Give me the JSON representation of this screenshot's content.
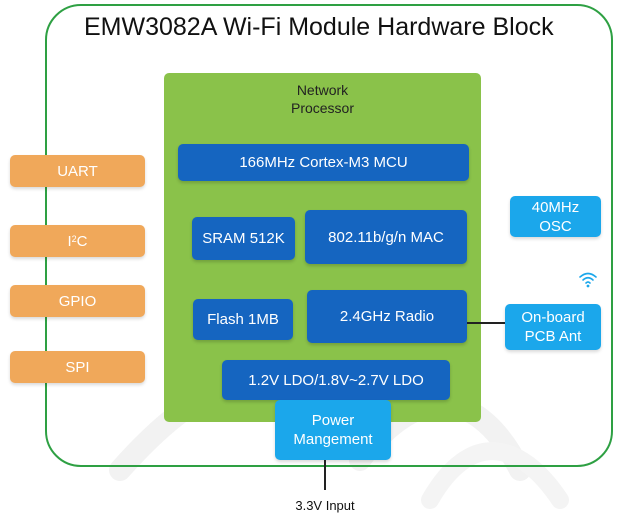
{
  "diagram": {
    "title": "EMW3082A Wi-Fi Module Hardware Block",
    "network_processor": {
      "line1": "Network",
      "line2": "Processor"
    },
    "blocks": {
      "mcu": "166MHz Cortex-M3 MCU",
      "sram": "SRAM 512K",
      "mac": "802.11b/g/n MAC",
      "flash": "Flash 1MB",
      "radio": "2.4GHz Radio",
      "ldo": "1.2V LDO/1.8V~2.7V LDO"
    },
    "osc": {
      "line1": "40MHz",
      "line2": "OSC"
    },
    "antenna": {
      "line1": "On-board",
      "line2": "PCB Ant"
    },
    "power": {
      "line1": "Power",
      "line2": "Mangement"
    },
    "interfaces": {
      "uart": "UART",
      "i2c_base": "I",
      "i2c_sup": "2",
      "i2c_tail": "C",
      "gpio": "GPIO",
      "spi": "SPI"
    },
    "input_label": "3.3V Input",
    "icons": [
      "wifi-icon"
    ],
    "colors": {
      "frame": "#2ea043",
      "panel": "#8ac24a",
      "dark_blue": "#1565c0",
      "light_blue": "#1ba7eb",
      "orange": "#f0a85a"
    }
  }
}
